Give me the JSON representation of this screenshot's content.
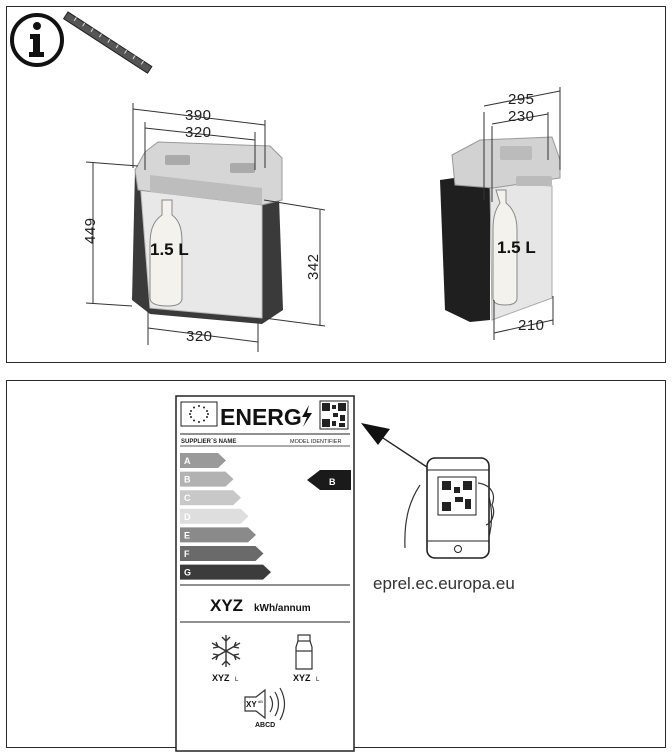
{
  "dimensions": {
    "front_width_top": "390",
    "front_width_inner": "320",
    "front_height": "449",
    "front_inner_height": "342",
    "front_width_bottom": "320",
    "side_depth_top": "295",
    "side_depth_inner": "230",
    "side_depth_bottom": "210"
  },
  "bottle_volume": "1.5 L",
  "energy_label": {
    "brand": "ENERG",
    "supplier": "SUPPLIER`S NAME",
    "model": "MODEL IDENTIFIER",
    "classes": [
      "A",
      "B",
      "C",
      "D",
      "E",
      "F",
      "G"
    ],
    "class_colors": [
      "#9a9a9a",
      "#b2b2b2",
      "#c8c8c8",
      "#dedede",
      "#8a8a8a",
      "#6a6a6a",
      "#3c3c3c"
    ],
    "current_class": "B",
    "energy_value": "XYZ",
    "energy_unit": "kWh/annum",
    "freezer_value": "XYZ",
    "fresh_value": "XYZ",
    "unit_l": "L",
    "noise_value": "XY",
    "noise_unit": "dB",
    "noise_classes": "ABCD"
  },
  "url": "eprel.ec.europa.eu",
  "icons": [
    "info-icon",
    "ruler-icon",
    "snowflake-icon",
    "bottle-icon",
    "speaker-icon",
    "qr-code-icon",
    "smartphone-icon"
  ]
}
